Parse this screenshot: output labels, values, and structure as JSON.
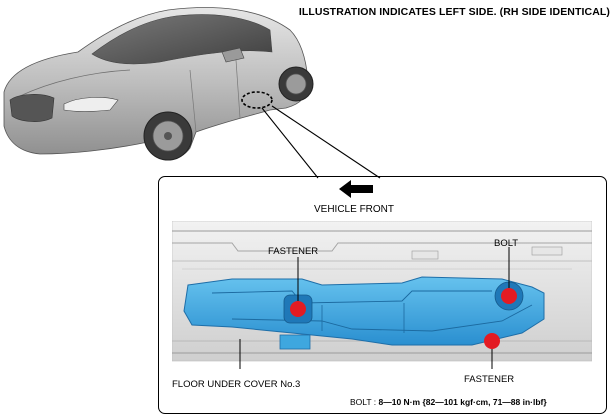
{
  "header": {
    "title": "ILLUSTRATION INDICATES LEFT SIDE. (RH SIDE IDENTICAL)"
  },
  "direction": {
    "label": "VEHICLE FRONT",
    "arrow_icon": "arrow-left-icon"
  },
  "callouts": {
    "fastener_top": "FASTENER",
    "bolt": "BOLT",
    "part_name": "FLOOR UNDER COVER No.3",
    "fastener_bottom": "FASTENER"
  },
  "spec": {
    "prefix": "BOLT : ",
    "torque": "8—10 N·m {82—101 kgf·cm, 71—88 in·lbf}"
  },
  "colors": {
    "cover": "#3ea7df",
    "cover_dark": "#1e6ea8",
    "marker": "#e31b23",
    "body": "#cfcfcf"
  }
}
